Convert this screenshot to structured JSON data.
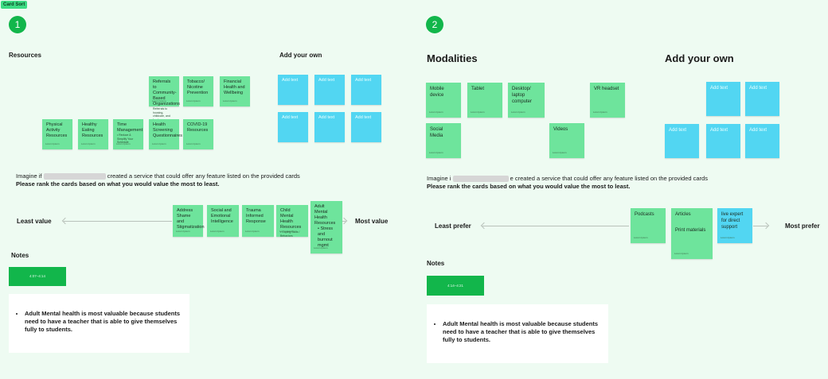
{
  "board": {
    "tag": "Card Sort"
  },
  "panel1": {
    "step": "1",
    "resources_title": "Resources",
    "add_own_title": "Add your own",
    "cards": [
      {
        "label": "Referrals to Community-Based Organizations",
        "sub": "Referrals to housing, childcare, and food",
        "foot": "Lorem Ipsum"
      },
      {
        "label": "Tobacco/ Nicotine Prevention",
        "foot": "Lorem Ipsum"
      },
      {
        "label": "Financial Health and Wellbeing",
        "foot": "Lorem Ipsum"
      },
      {
        "label": "Physical Activity Resources",
        "foot": "Lorem Ipsum"
      },
      {
        "label": "Healthy Eating Resources",
        "foot": "Lorem Ipsum"
      },
      {
        "label": "Time Management",
        "sub": "• Reduce & Simplify Your Schedule",
        "foot": "Lorem Ipsum"
      },
      {
        "label": "Health Screening Questionnaires",
        "foot": "Lorem Ipsum"
      },
      {
        "label": "COVID-19 Resources",
        "foot": "Lorem Ipsum"
      }
    ],
    "add_text": "Add text",
    "prompt_pre": "Imagine if",
    "prompt_post": "created a service that could offer any feature listed on the provided cards",
    "prompt_bold": "Please rank the cards based on what you would value the most to least.",
    "least_label": "Least value",
    "most_label": "Most value",
    "ranked": [
      {
        "label": "Address Shame and Stigmatization",
        "foot": "Lorem Ipsum"
      },
      {
        "label": "Social and Emotional Intelligence",
        "foot": "Lorem Ipsum"
      },
      {
        "label": "Trauma Informed Response",
        "foot": "Lorem Ipsum"
      },
      {
        "label": "Child Mental Health Resources",
        "sub": "• Coping Skills / Behaviors",
        "foot": "Lorem Ipsum"
      },
      {
        "label": "Adult Mental Health Resources",
        "bullet": "• Stress and burnout mgmt",
        "foot": "Lorem Ipsum"
      }
    ],
    "notes_title": "Notes",
    "notes_time": "4:07–4:14",
    "note_text": "Adult Mental health is most valuable because students need to have a teacher that is able to give themselves fully to students."
  },
  "panel2": {
    "step": "2",
    "modalities_title": "Modalities",
    "add_own_title": "Add your own",
    "cards": [
      {
        "label": "Mobile device",
        "foot": "Lorem Ipsum"
      },
      {
        "label": "Tablet",
        "foot": "Lorem Ipsum"
      },
      {
        "label": "Desktop/ laptop computer",
        "foot": "Lorem Ipsum"
      },
      {
        "label": "VR headset",
        "foot": "Lorem Ipsum"
      },
      {
        "label": "Social Media",
        "foot": "Lorem Ipsum"
      },
      {
        "label": "Videos",
        "foot": "Lorem Ipsum"
      }
    ],
    "add_text": "Add text",
    "prompt_pre": "Imagine i",
    "prompt_post": "e created a service that could offer any feature listed on the provided cards",
    "prompt_bold": "Please rank the cards based on what you would value the most to least.",
    "least_label": "Least prefer",
    "most_label": "Most prefer",
    "ranked": [
      {
        "label": "Podcasts",
        "foot": "Lorem Ipsum"
      },
      {
        "label": "Articles",
        "label2": "Print materials",
        "foot": "Lorem Ipsum"
      },
      {
        "label": "live expert for direct support",
        "foot": "Lorem Ipsum"
      }
    ],
    "notes_title": "Notes",
    "notes_time": "4:14–4:21",
    "note_text": "Adult Mental health is most valuable because students need to have a teacher that is able to give themselves fully to students."
  },
  "colors": {
    "sticky_green": "#6ee49c",
    "sticky_blue": "#52d6f2",
    "accent": "#12b64b",
    "background": "#eefbf2"
  }
}
